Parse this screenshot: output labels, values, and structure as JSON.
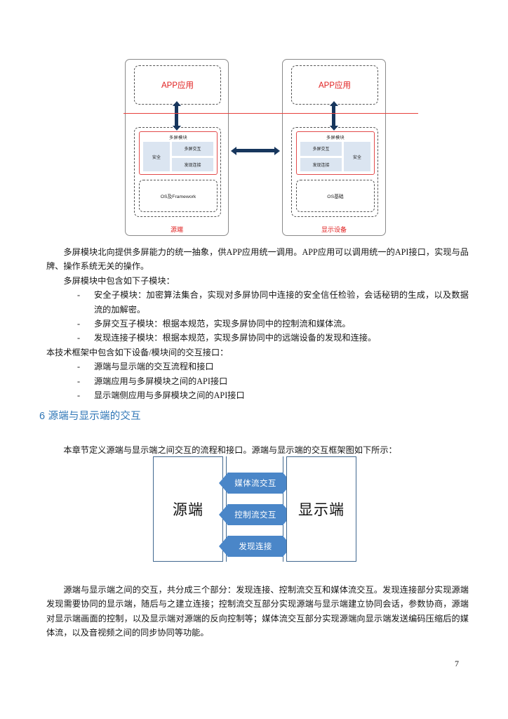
{
  "page": {
    "number": "7"
  },
  "architecture_diagram": {
    "source_column": {
      "app_box_label": "APP应用",
      "multiscreen_module_title": "多屏模块",
      "security_cell": "安全",
      "interaction_cell": "多屏交互",
      "discovery_cell": "发现连接",
      "os_box_label": "OS及Framework",
      "caption": "源端"
    },
    "display_column": {
      "app_box_label": "APP应用",
      "multiscreen_module_title": "多屏模块",
      "security_cell": "安全",
      "interaction_cell": "多屏交互",
      "discovery_cell": "发现连接",
      "os_box_label": "OS基础",
      "caption": "显示设备"
    },
    "colors": {
      "app_label": "#e02020",
      "module_border": "#e34a4a",
      "cell_fill": "#dbe5f1",
      "arrow": "#17365d",
      "red_rule": "#e8413c"
    }
  },
  "body": {
    "para1": "多屏模块北向提供多屏能力的统一抽象，供APP应用统一调用。APP应用可以调用统一的API接口，实现与品牌、操作系统无关的操作。",
    "para2": "多屏模块中包含如下子模块：",
    "submodules": [
      {
        "bullet": "-",
        "text": "安全子模块：加密算法集合，实现对多屏协同中连接的安全信任检验，会话秘钥的生成，以及数据流的加解密。"
      },
      {
        "bullet": "-",
        "text": "多屏交互子模块：根据本规范，实现多屏协同中的控制流和媒体流。"
      },
      {
        "bullet": "-",
        "text": "发现连接子模块：根据本规范，实现多屏协同中的远端设备的发现和连接。"
      }
    ],
    "para3": "本技术框架中包含如下设备/模块间的交互接口：",
    "interfaces": [
      {
        "bullet": "-",
        "text": "源端与显示端的交互流程和接口"
      },
      {
        "bullet": "-",
        "text": "源端应用与多屏模块之间的API接口"
      },
      {
        "bullet": "-",
        "text": "显示端侧应用与多屏模块之间的API接口"
      }
    ]
  },
  "section": {
    "heading": "6 源端与显示端的交互",
    "heading_color": "#2e75b6",
    "intro": "本章节定义源端与显示端之间交互的流程和接口。源端与显示端的交互框架图如下所示：",
    "summary": "源端与显示端之间的交互，共分成三个部分：发现连接、控制流交互和媒体流交互。发现连接部分实现源端发现需要协同的显示端，随后与之建立连接；控制流交互部分实现源端与显示端建立协同会话，参数协商，源端对显示端画面的控制，以及显示端对源端的反向控制等；媒体流交互部分实现源端向显示端发送编码压缩后的媒体流，以及音视频之间的同步协同等功能。"
  },
  "interaction_diagram": {
    "left_endpoint": "源端",
    "right_endpoint": "显示端",
    "arrows": [
      {
        "label": "媒体流交互"
      },
      {
        "label": "控制流交互"
      },
      {
        "label": "发现连接"
      }
    ],
    "colors": {
      "arrow_fill": "#4a86c8",
      "box_border": "#41688f"
    }
  }
}
